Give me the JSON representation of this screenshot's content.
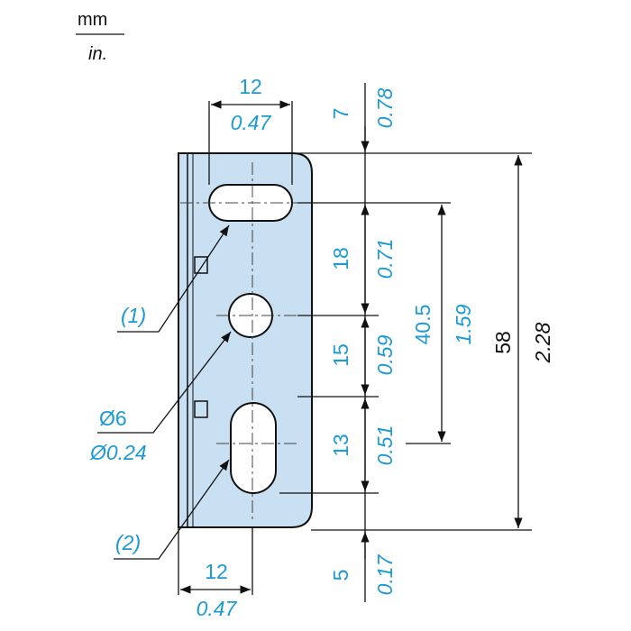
{
  "units": {
    "top": "mm",
    "bottom": "in."
  },
  "dimensions": {
    "top_width": {
      "mm": "12",
      "inch": "0.47"
    },
    "bottom_width": {
      "mm": "12",
      "inch": "0.47"
    },
    "top_offset": {
      "mm": "7",
      "inch": "0.78"
    },
    "spacing_1": {
      "mm": "18",
      "inch": "0.71"
    },
    "spacing_2": {
      "mm": "15",
      "inch": "0.59"
    },
    "spacing_3": {
      "mm": "13",
      "inch": "0.51"
    },
    "bottom_offset": {
      "mm": "5",
      "inch": "0.17"
    },
    "slot_span": {
      "mm": "40.5",
      "inch": "1.59"
    },
    "total_height": {
      "mm": "58",
      "inch": "2.28"
    },
    "hole_diameter": {
      "mm": "Ø6",
      "inch": "Ø0.24"
    }
  },
  "callouts": {
    "first": "(1)",
    "second": "(2)"
  },
  "colors": {
    "metric": "#1c9ad6",
    "part_fill": "#c9dff2",
    "line": "#111111"
  }
}
